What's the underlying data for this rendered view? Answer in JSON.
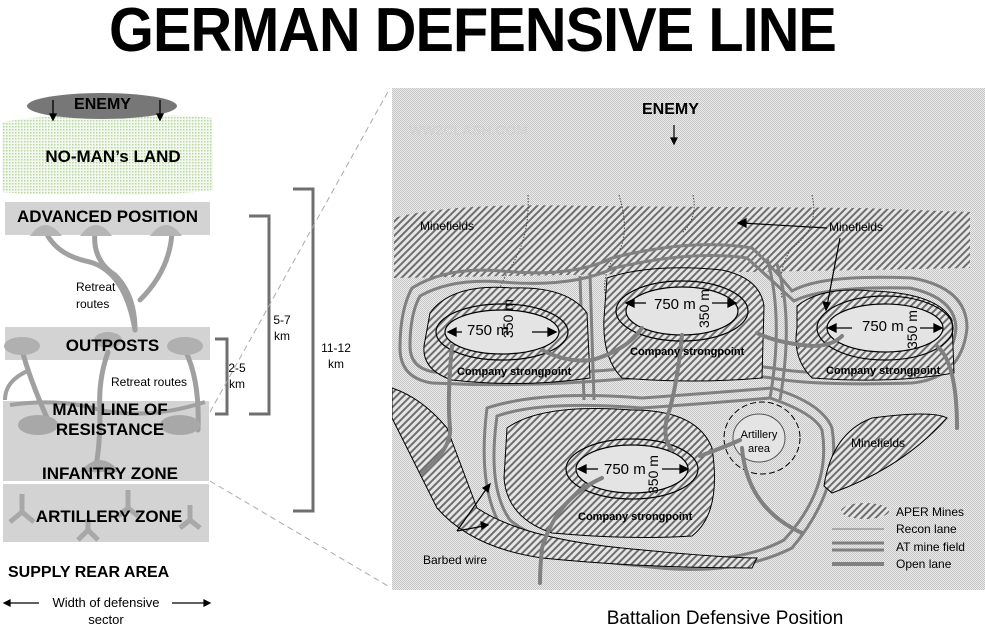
{
  "title": "GERMAN DEFENSIVE LINE",
  "left_panel": {
    "enemy": "ENEMY",
    "no_mans_land": "NO-MAN’s LAND",
    "advanced_position": "ADVANCED POSITION",
    "retreat_routes_1_line1": "Retreat",
    "retreat_routes_1_line2": "routes",
    "outposts": "OUTPOSTS",
    "retreat_routes_2": "Retreat routes",
    "mlr_line1": "MAIN LINE OF",
    "mlr_line2": "RESISTANCE",
    "infantry_zone": "INFANTRY ZONE",
    "artillery_zone": "ARTILLERY ZONE",
    "supply_rear_area": "SUPPLY REAR AREA",
    "width_line1": "Width of defensive",
    "width_line2": "sector"
  },
  "depth_brackets": [
    {
      "value": "2-5",
      "unit": "km"
    },
    {
      "value": "5-7",
      "unit": "km"
    },
    {
      "value": "11-12",
      "unit": "km"
    }
  ],
  "battalion_map": {
    "enemy": "ENEMY",
    "watermark": "WW2CLASH.COM",
    "minefields_label": "Minefields",
    "strongpoints": [
      {
        "width": "750 m",
        "depth": "350 m",
        "label": "Company strongpoint"
      },
      {
        "width": "750 m",
        "depth": "350 m",
        "label": "Company strongpoint"
      },
      {
        "width": "750 m",
        "depth": "350 m",
        "label": "Company strongpoint"
      },
      {
        "width": "750 m",
        "depth": "350 m",
        "label": "Company strongpoint"
      }
    ],
    "artillery_area_line1": "Artillery",
    "artillery_area_line2": "area",
    "barbed_wire": "Barbed wire",
    "legend": [
      {
        "symbol": "aper-mines",
        "label": "APER Mines"
      },
      {
        "symbol": "recon-lane",
        "label": "Recon lane"
      },
      {
        "symbol": "at-mine-field",
        "label": "AT mine field"
      },
      {
        "symbol": "open-lane",
        "label": "Open lane"
      }
    ]
  },
  "caption": "Battalion Defensive Position",
  "colors": {
    "zone_gray": "#d3d3d3",
    "enemy_gray": "#777777",
    "no_mans_land_green": "#e3f0da",
    "route_gray": "#8c8c8c",
    "bracket_gray": "#6f6f6f",
    "map_bg": "#e2e2e2",
    "hatch": "#6e6e6e",
    "lane": "#808080"
  }
}
